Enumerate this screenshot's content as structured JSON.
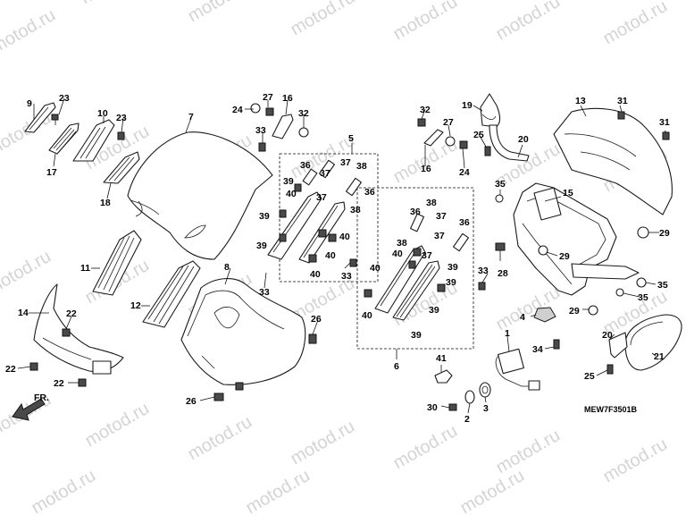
{
  "watermark": "motod.ru",
  "diagram_code": "MEW7F3501B",
  "direction_label": "FR.",
  "parts": {
    "p1": "1",
    "p2": "2",
    "p3": "3",
    "p4": "4",
    "p5": "5",
    "p6": "6",
    "p7": "7",
    "p8": "8",
    "p9": "9",
    "p10": "10",
    "p11": "11",
    "p12": "12",
    "p13": "13",
    "p14": "14",
    "p15": "15",
    "p16": "16",
    "p17": "17",
    "p18": "18",
    "p19": "19",
    "p20": "20",
    "p21": "21",
    "p22": "22",
    "p23": "23",
    "p24": "24",
    "p25": "25",
    "p26": "26",
    "p27": "27",
    "p28": "28",
    "p29": "29",
    "p30": "30",
    "p31": "31",
    "p32": "32",
    "p33": "33",
    "p34": "34",
    "p35": "35",
    "p36": "36",
    "p37": "37",
    "p38": "38",
    "p39": "39",
    "p40": "40",
    "p41": "41"
  }
}
